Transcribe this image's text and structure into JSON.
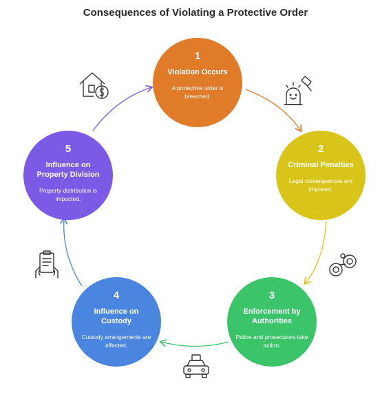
{
  "title": "Consequences of Violating a Protective Order",
  "steps": [
    {
      "number": "1",
      "heading": "Violation Occurs",
      "description": "A protective order is breached.",
      "color": "#E07B2A",
      "icon": "alarm-gavel-icon"
    },
    {
      "number": "2",
      "heading": "Criminal Penalties",
      "description": "Legal consequences are imposed.",
      "color": "#D9C51A",
      "icon": "handcuffs-icon"
    },
    {
      "number": "3",
      "heading": "Enforcement by Authorities",
      "description": "Police and prosecutors take action.",
      "color": "#3CC46A",
      "icon": "police-car-icon"
    },
    {
      "number": "4",
      "heading": "Influence on Custody",
      "description": "Custody arrangements are affected.",
      "color": "#4A86E0",
      "icon": "clipboard-hands-icon"
    },
    {
      "number": "5",
      "heading": "Influence on Property Division",
      "description": "Property distribution is impacted.",
      "color": "#7B5BE6",
      "icon": "house-dollar-icon"
    }
  ]
}
